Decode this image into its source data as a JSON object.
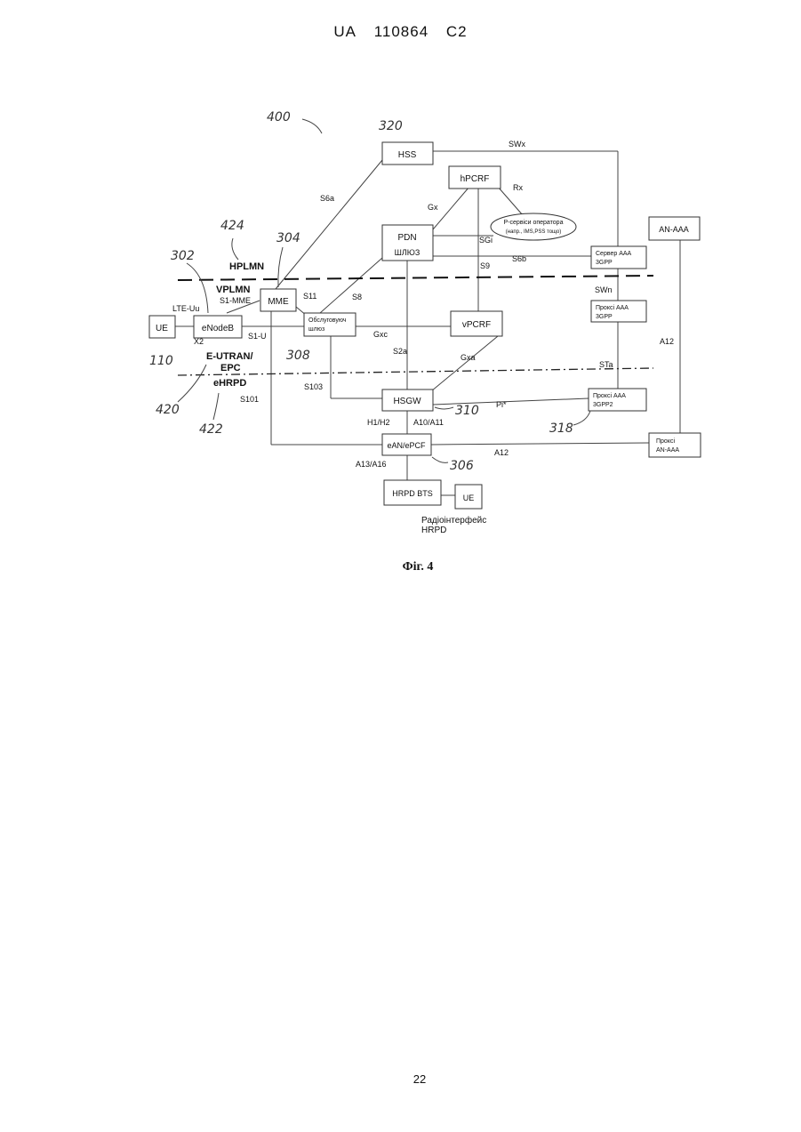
{
  "header": {
    "country": "UA",
    "number": "110864",
    "kind": "C2"
  },
  "figure": {
    "caption": "Фіг. 4",
    "nodes": {
      "hss": "HSS",
      "hpcrf": "hPCRF",
      "pdn_l1": "PDN",
      "pdn_l2": "ШЛЮЗ",
      "ip_services_l1": "Р-сервіси оператора",
      "ip_services_l2": "(напр., IMS,PSS тощо)",
      "aaa_server_l1": "Сервер ААА",
      "aaa_server_l2": "3GPP",
      "an_aaa": "AN-AAA",
      "mme": "MME",
      "ue1": "UE",
      "enodeb": "eNodeB",
      "sgw_l1": "Обслуговуюч",
      "sgw_l2": "шлюз",
      "vpcrf": "vPCRF",
      "aaa_proxy1_l1": "Проксі ААА",
      "aaa_proxy1_l2": "3GPP",
      "hsgw": "HSGW",
      "aaa_proxy2_l1": "Проксі ААА",
      "aaa_proxy2_l2": "3GPP2",
      "an_aaa_proxy_l1": "Проксі",
      "an_aaa_proxy_l2": "AN-AAA",
      "ean": "eAN/ePCF",
      "hrpd_bts": "HRPD BTS",
      "ue2": "UE"
    },
    "interfaces": {
      "swx": "SWx",
      "s6a": "S6a",
      "gx": "Gx",
      "rx": "Rx",
      "sgi": "SGi",
      "s9": "S9",
      "s6b": "S6b",
      "lte_uu": "LTE-Uu",
      "s1_mme": "S1-MME",
      "s11": "S11",
      "s8": "S8",
      "x2": "X2",
      "s1_u": "S1-U",
      "gxc": "Gxc",
      "s2a": "S2a",
      "gxa": "Gxa",
      "swn": "SWn",
      "sta": "STa",
      "a12_right": "A12",
      "s103": "S103",
      "s101": "S101",
      "pi": "Pi*",
      "h1h2": "H1/H2",
      "a10a11": "A10/A11",
      "a12_bottom": "A12",
      "a13a16": "A13/A16",
      "hrpd_radio_l1": "Радіоінтерфейс",
      "hrpd_radio_l2": "HRPD"
    },
    "domains": {
      "hplmn": "HPLMN",
      "vplmn": "VPLMN",
      "eutran_l1": "E-UTRAN/",
      "eutran_l2": "EPC",
      "ehrpd": "eHRPD"
    },
    "reference_numerals": {
      "n400": "400",
      "n320": "320",
      "n424": "424",
      "n304": "304",
      "n302": "302",
      "n110": "110",
      "n308": "308",
      "n420": "420",
      "n422": "422",
      "n310": "310",
      "n318": "318",
      "n306": "306"
    }
  },
  "page_number": "22"
}
